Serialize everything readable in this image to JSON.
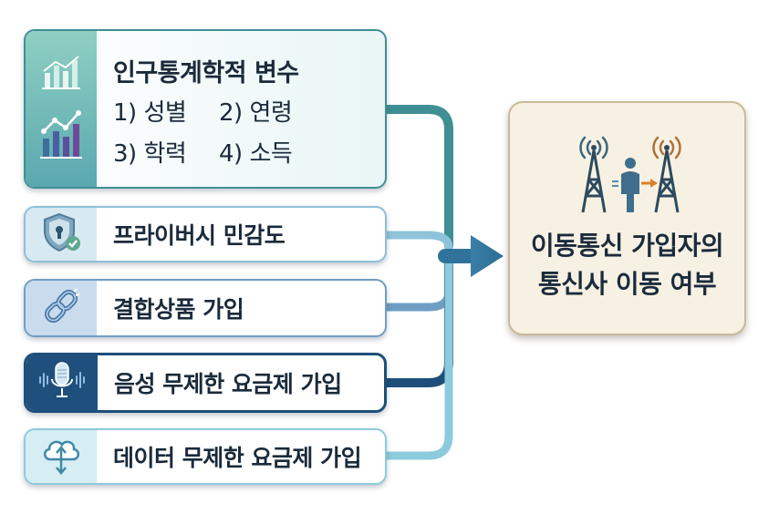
{
  "inputs": {
    "demographics": {
      "title": "인구통계학적 변수",
      "items": [
        "1) 성별",
        "2) 연령",
        "3) 학력",
        "4) 소득"
      ],
      "icon": "bar-chart-icon"
    },
    "privacy": {
      "label": "프라이버시 민감도",
      "icon": "shield-lock-icon"
    },
    "bundle": {
      "label": "결합상품 가입",
      "icon": "chain-link-icon"
    },
    "voice": {
      "label": "음성 무제한 요금제 가입",
      "icon": "microphone-icon"
    },
    "data": {
      "label": "데이터 무제한 요금제 가입",
      "icon": "cloud-transfer-icon"
    }
  },
  "result": {
    "line1": "이동통신 가입자의",
    "line2": "통신사 이동 여부",
    "icon": "cell-tower-switch-icon"
  },
  "colors": {
    "teal": "#3f8f94",
    "navy": "#1d4f7a",
    "light_blue": "#8fbfd6",
    "connector": "#5b9bbf",
    "result_bg": "#f7f1e3",
    "tower_left": "#2c4a5e",
    "tower_right": "#b0703a"
  }
}
